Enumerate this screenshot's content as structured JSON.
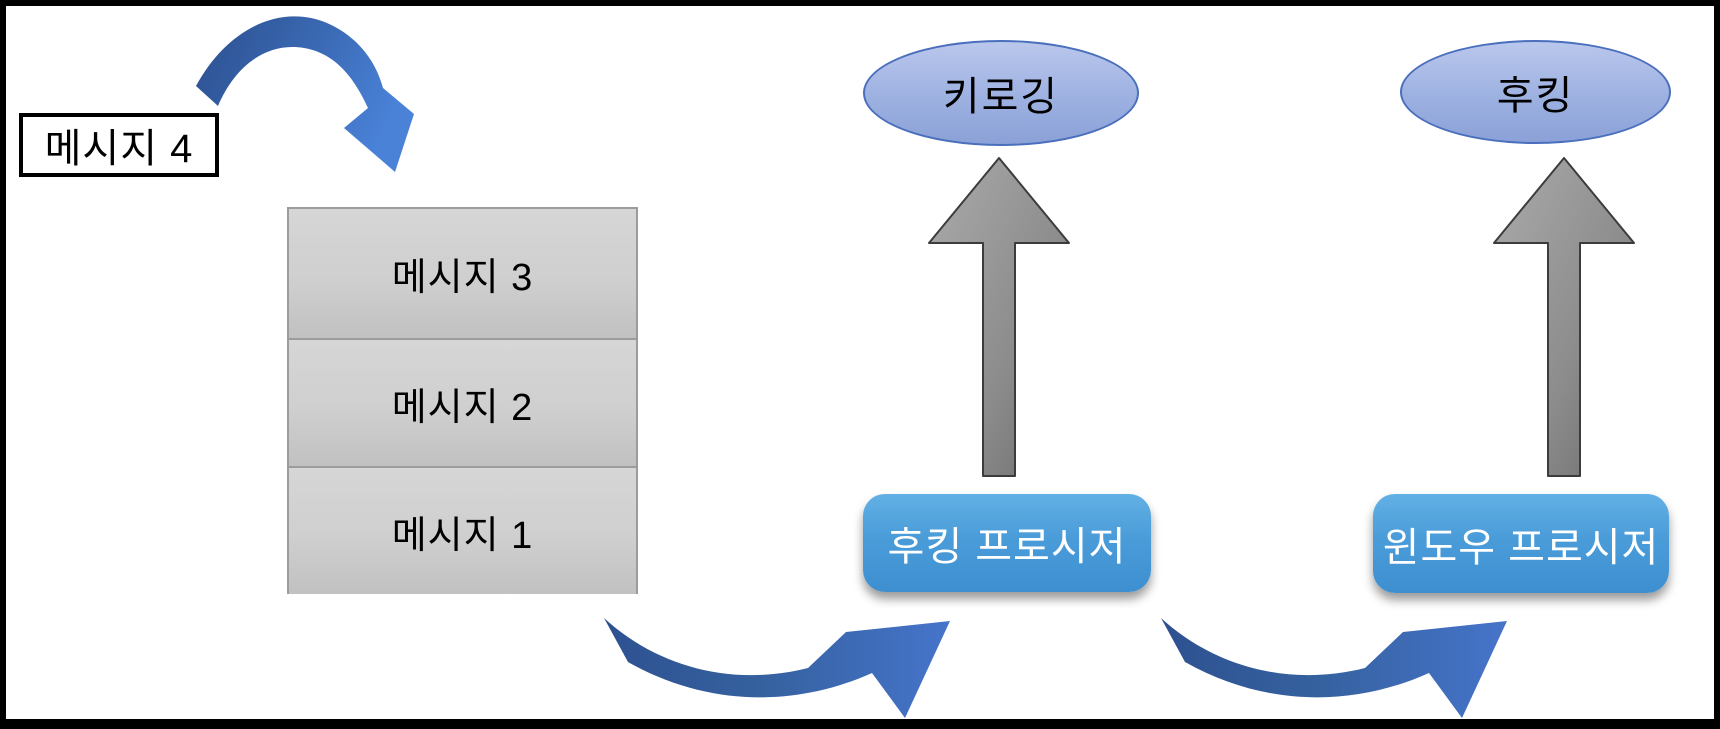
{
  "diagram": {
    "title_hint": "message-hooking-flow-diagram",
    "message4": {
      "label": "메시지 4"
    },
    "message_stack": {
      "items": [
        {
          "label": "메시지 3"
        },
        {
          "label": "메시지 2"
        },
        {
          "label": "메시지 1"
        }
      ]
    },
    "ellipses": [
      {
        "label": "키로깅"
      },
      {
        "label": "후킹"
      }
    ],
    "procedures": [
      {
        "label": "후킹 프로시저"
      },
      {
        "label": "윈도우 프로시저"
      }
    ],
    "colors": {
      "arrow_blue_dark": "#2e5190",
      "arrow_blue_light": "#4674ca",
      "gray_arrow_light": "#ababab",
      "gray_arrow_dark": "#6b6b6b",
      "ellipse_fill_top": "#bac7ec",
      "ellipse_fill_bottom": "#8ba1d7",
      "ellipse_border": "#4a6fbd",
      "procedure_fill_top": "#62b0e4",
      "procedure_fill_bottom": "#3d8fd0",
      "stack_fill": "#cccccc",
      "stack_border": "#9c9c9c",
      "frame_border": "#000000"
    }
  }
}
